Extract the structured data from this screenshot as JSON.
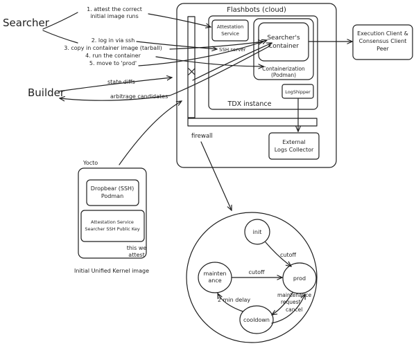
{
  "actors": {
    "searcher": "Searcher",
    "builder": "Builder"
  },
  "flashbots": {
    "title": "Flashbots (cloud)",
    "attestation_service": [
      "Attestation",
      "Service"
    ],
    "ssh_server": "SSH server",
    "searchers_container": [
      "Searcher's",
      "Container"
    ],
    "containerization": [
      "Containerization",
      "(Podman)"
    ],
    "logshipper": "LogShipper",
    "tdx_instance": "TDX instance",
    "firewall": "firewall"
  },
  "execution_client": [
    "Execution Client &",
    "Consensus Client",
    "Peer"
  ],
  "logs_collector": [
    "External",
    "Logs Collector"
  ],
  "steps": [
    "1. attest the correct",
    "initial image runs",
    "2. log in via ssh",
    "3. copy in container image (tarball)",
    "4. run the container",
    "5. move to 'prod'"
  ],
  "flows": {
    "state_diffs": "state diffs",
    "arbitrage_candidates": "arbitrage candidates"
  },
  "yocto": {
    "label": "Yocto",
    "dropbear": [
      "Dropbear (SSH)",
      "Podman"
    ],
    "attestation": [
      "Attestation Service",
      "Searcher SSH Public Key"
    ],
    "note": [
      "this we",
      "attest"
    ],
    "caption": "Initial Unified Kernel image"
  },
  "state_machine": {
    "states": {
      "init": "init",
      "maintenance": [
        "mainten",
        "ance"
      ],
      "prod": "prod",
      "cooldown": "cooldown"
    },
    "transitions": {
      "cutoff_init": "cutoff",
      "cutoff_maint": "cutoff",
      "delay": "2 min delay",
      "maintenance_request": [
        "maintenance",
        "request"
      ],
      "cancel": "cancel"
    }
  },
  "colors": {
    "tdx_fill": "#daf1de",
    "container_fill": "#cfead4",
    "cloud_fill": "#fbfbfb",
    "firewall_fill": "#efefef"
  }
}
